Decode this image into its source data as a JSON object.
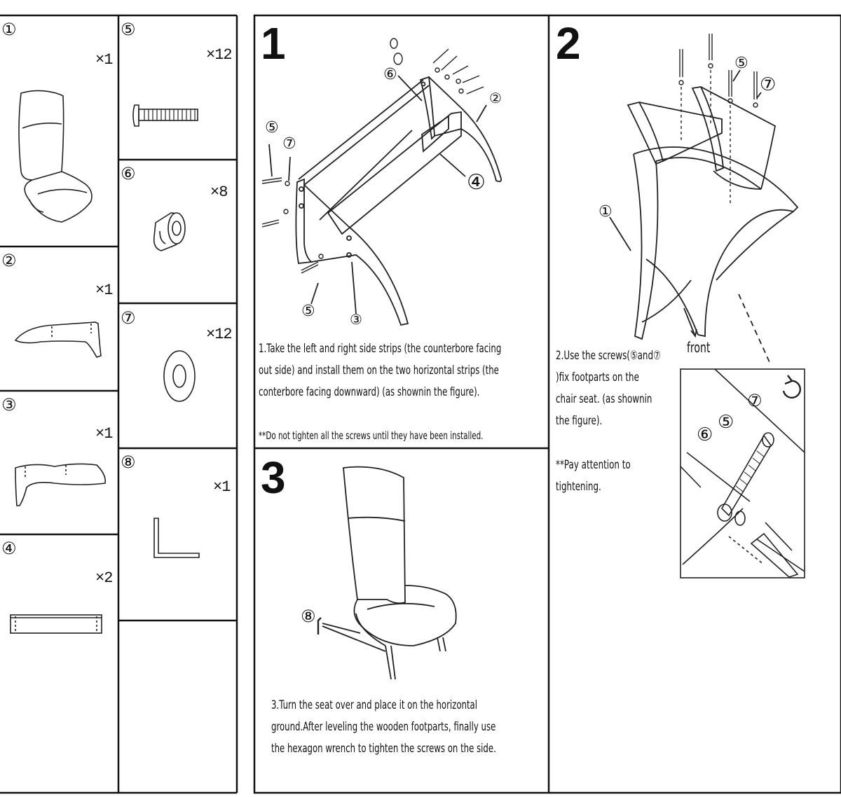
{
  "parts": [
    {
      "label": "①",
      "qty": "×1",
      "icon": "chair-icon"
    },
    {
      "label": "②",
      "qty": "×1",
      "icon": "front-foot-strip-icon"
    },
    {
      "label": "③",
      "qty": "×1",
      "icon": "rear-foot-strip-icon"
    },
    {
      "label": "④",
      "qty": "×2",
      "icon": "horizontal-strip-icon"
    },
    {
      "label": "⑤",
      "qty": "×12",
      "icon": "screw-icon"
    },
    {
      "label": "⑥",
      "qty": "×8",
      "icon": "barrel-nut-icon"
    },
    {
      "label": "⑦",
      "qty": "×12",
      "icon": "washer-icon"
    },
    {
      "label": "⑧",
      "qty": "×1",
      "icon": "hex-wrench-icon"
    }
  ],
  "step1": {
    "number": "1",
    "text": "1.Take the left and right side strips (the counterbore facing\nout side) and install them on the two horizontal strips (the\nconterbore facing downward) (as shownin the figure).",
    "note": "**Do not tighten all the screws until they have been installed.",
    "callouts": {
      "c6": "⑥",
      "c2": "②",
      "c4": "④",
      "c5a": "⑤",
      "c7": "⑦",
      "c5b": "⑤",
      "c3": "③"
    }
  },
  "step2": {
    "number": "2",
    "text": "2.Use the screws(⑤and⑦\n)fix footparts on the\nchair seat. (as shownin\nthe figure).",
    "note": "**Pay attention to\ntightening.",
    "front_label": "front",
    "callouts": {
      "c5": "⑤",
      "c7": "⑦",
      "c1": "①",
      "d7": "⑦",
      "d6": "⑥",
      "d5": "⑤"
    }
  },
  "step3": {
    "number": "3",
    "text": "3.Turn the seat over and place it on the horizontal\nground.After leveling the wooden footparts, finally use\nthe hexagon wrench to tighten the screws on the side.",
    "callouts": {
      "c8": "⑧"
    }
  }
}
